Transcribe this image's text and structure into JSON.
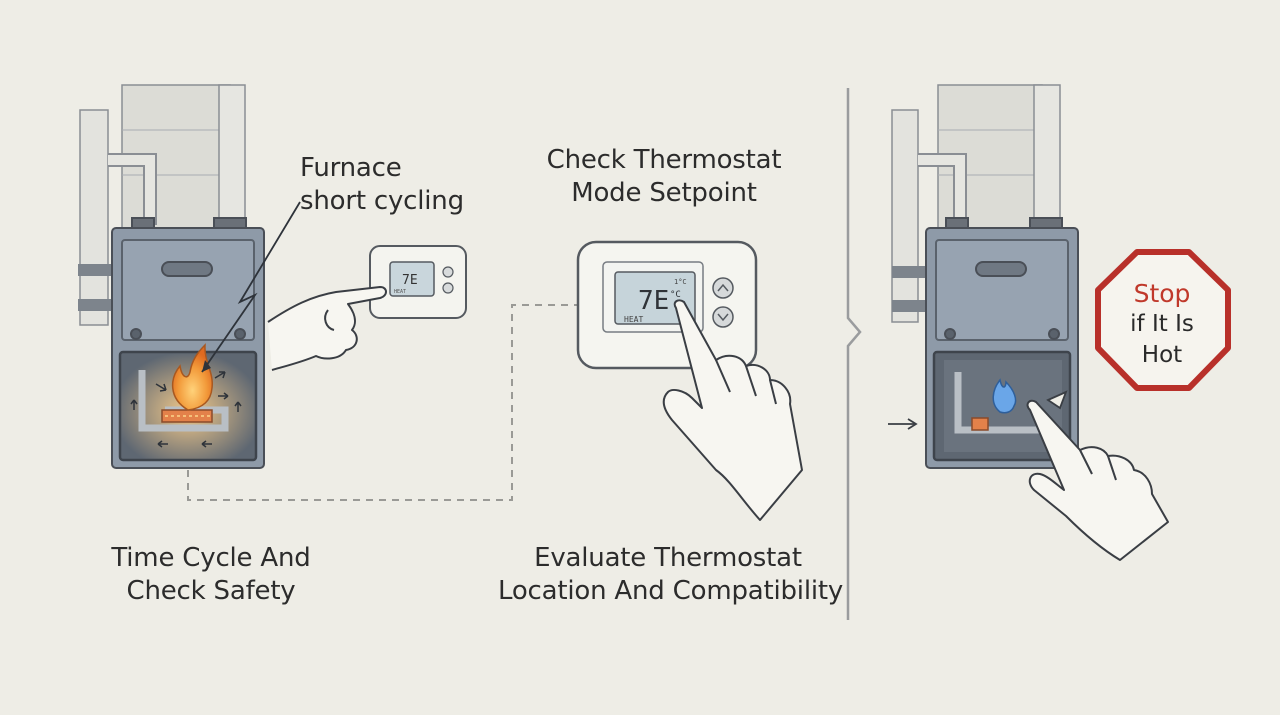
{
  "steps": {
    "furnace_label": [
      "Furnace",
      "short cycling"
    ],
    "check_thermostat": [
      "Check Thermostat",
      "Mode Setpoint"
    ],
    "time_cycle": [
      "Time Cycle And",
      "Check Safety"
    ],
    "evaluate": [
      "Evaluate Thermostat",
      "Location And Compatibility"
    ]
  },
  "stop_sign": {
    "line1": "Stop",
    "line2": "if It Is",
    "line3": "Hot"
  },
  "thermostat_small": {
    "reading": "7E",
    "mode": "HEAT"
  },
  "thermostat_large": {
    "reading": "7E",
    "unit": "°C",
    "unit_top": "1°C",
    "mode": "HEAT"
  },
  "colors": {
    "background": "#eeede6",
    "furnace_body": "#8e9aa8",
    "flame": "#f0a040",
    "stop_red": "#b8302a"
  }
}
